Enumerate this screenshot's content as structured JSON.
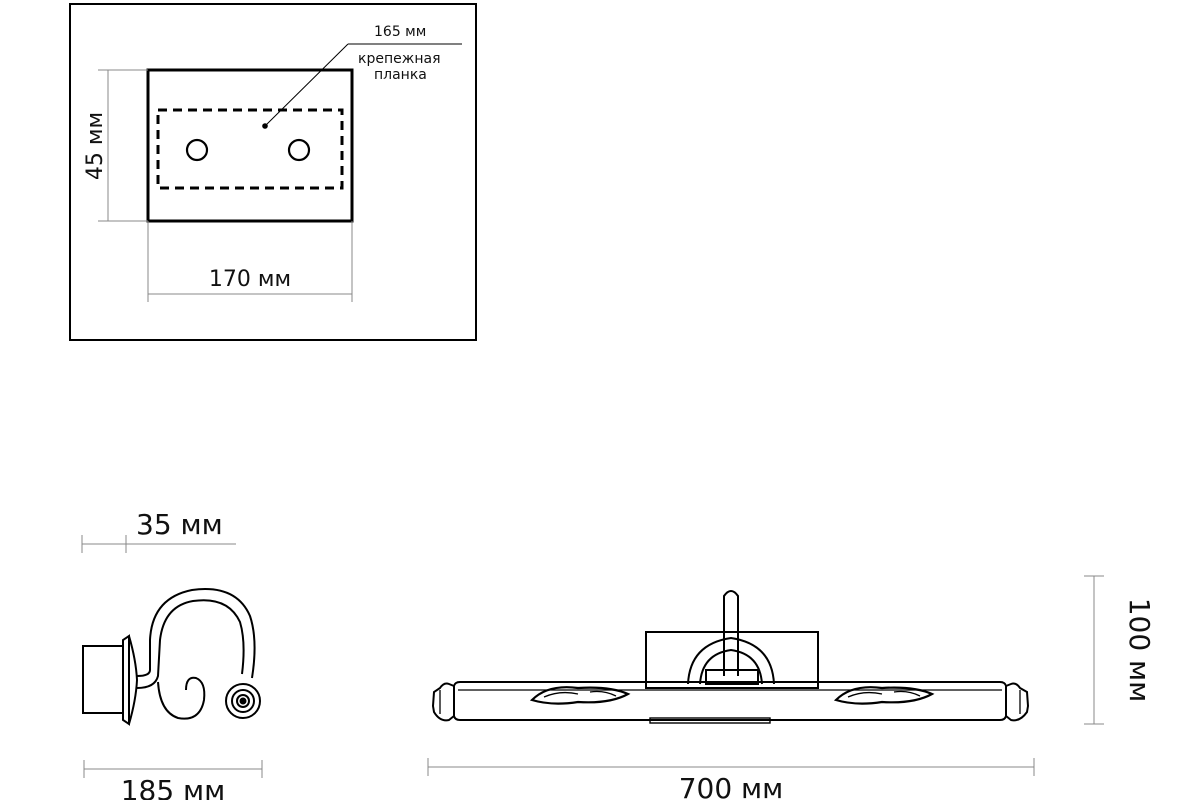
{
  "mount_plate": {
    "width_label": "170 мм",
    "height_label": "45 мм",
    "plate_length_label": "165 мм",
    "plate_name_line1": "крепежная",
    "plate_name_line2": "планка"
  },
  "side_view": {
    "depth_label": "35 мм",
    "projection_label": "185 мм"
  },
  "front_view": {
    "length_label": "700 мм",
    "height_label": "100 мм"
  }
}
